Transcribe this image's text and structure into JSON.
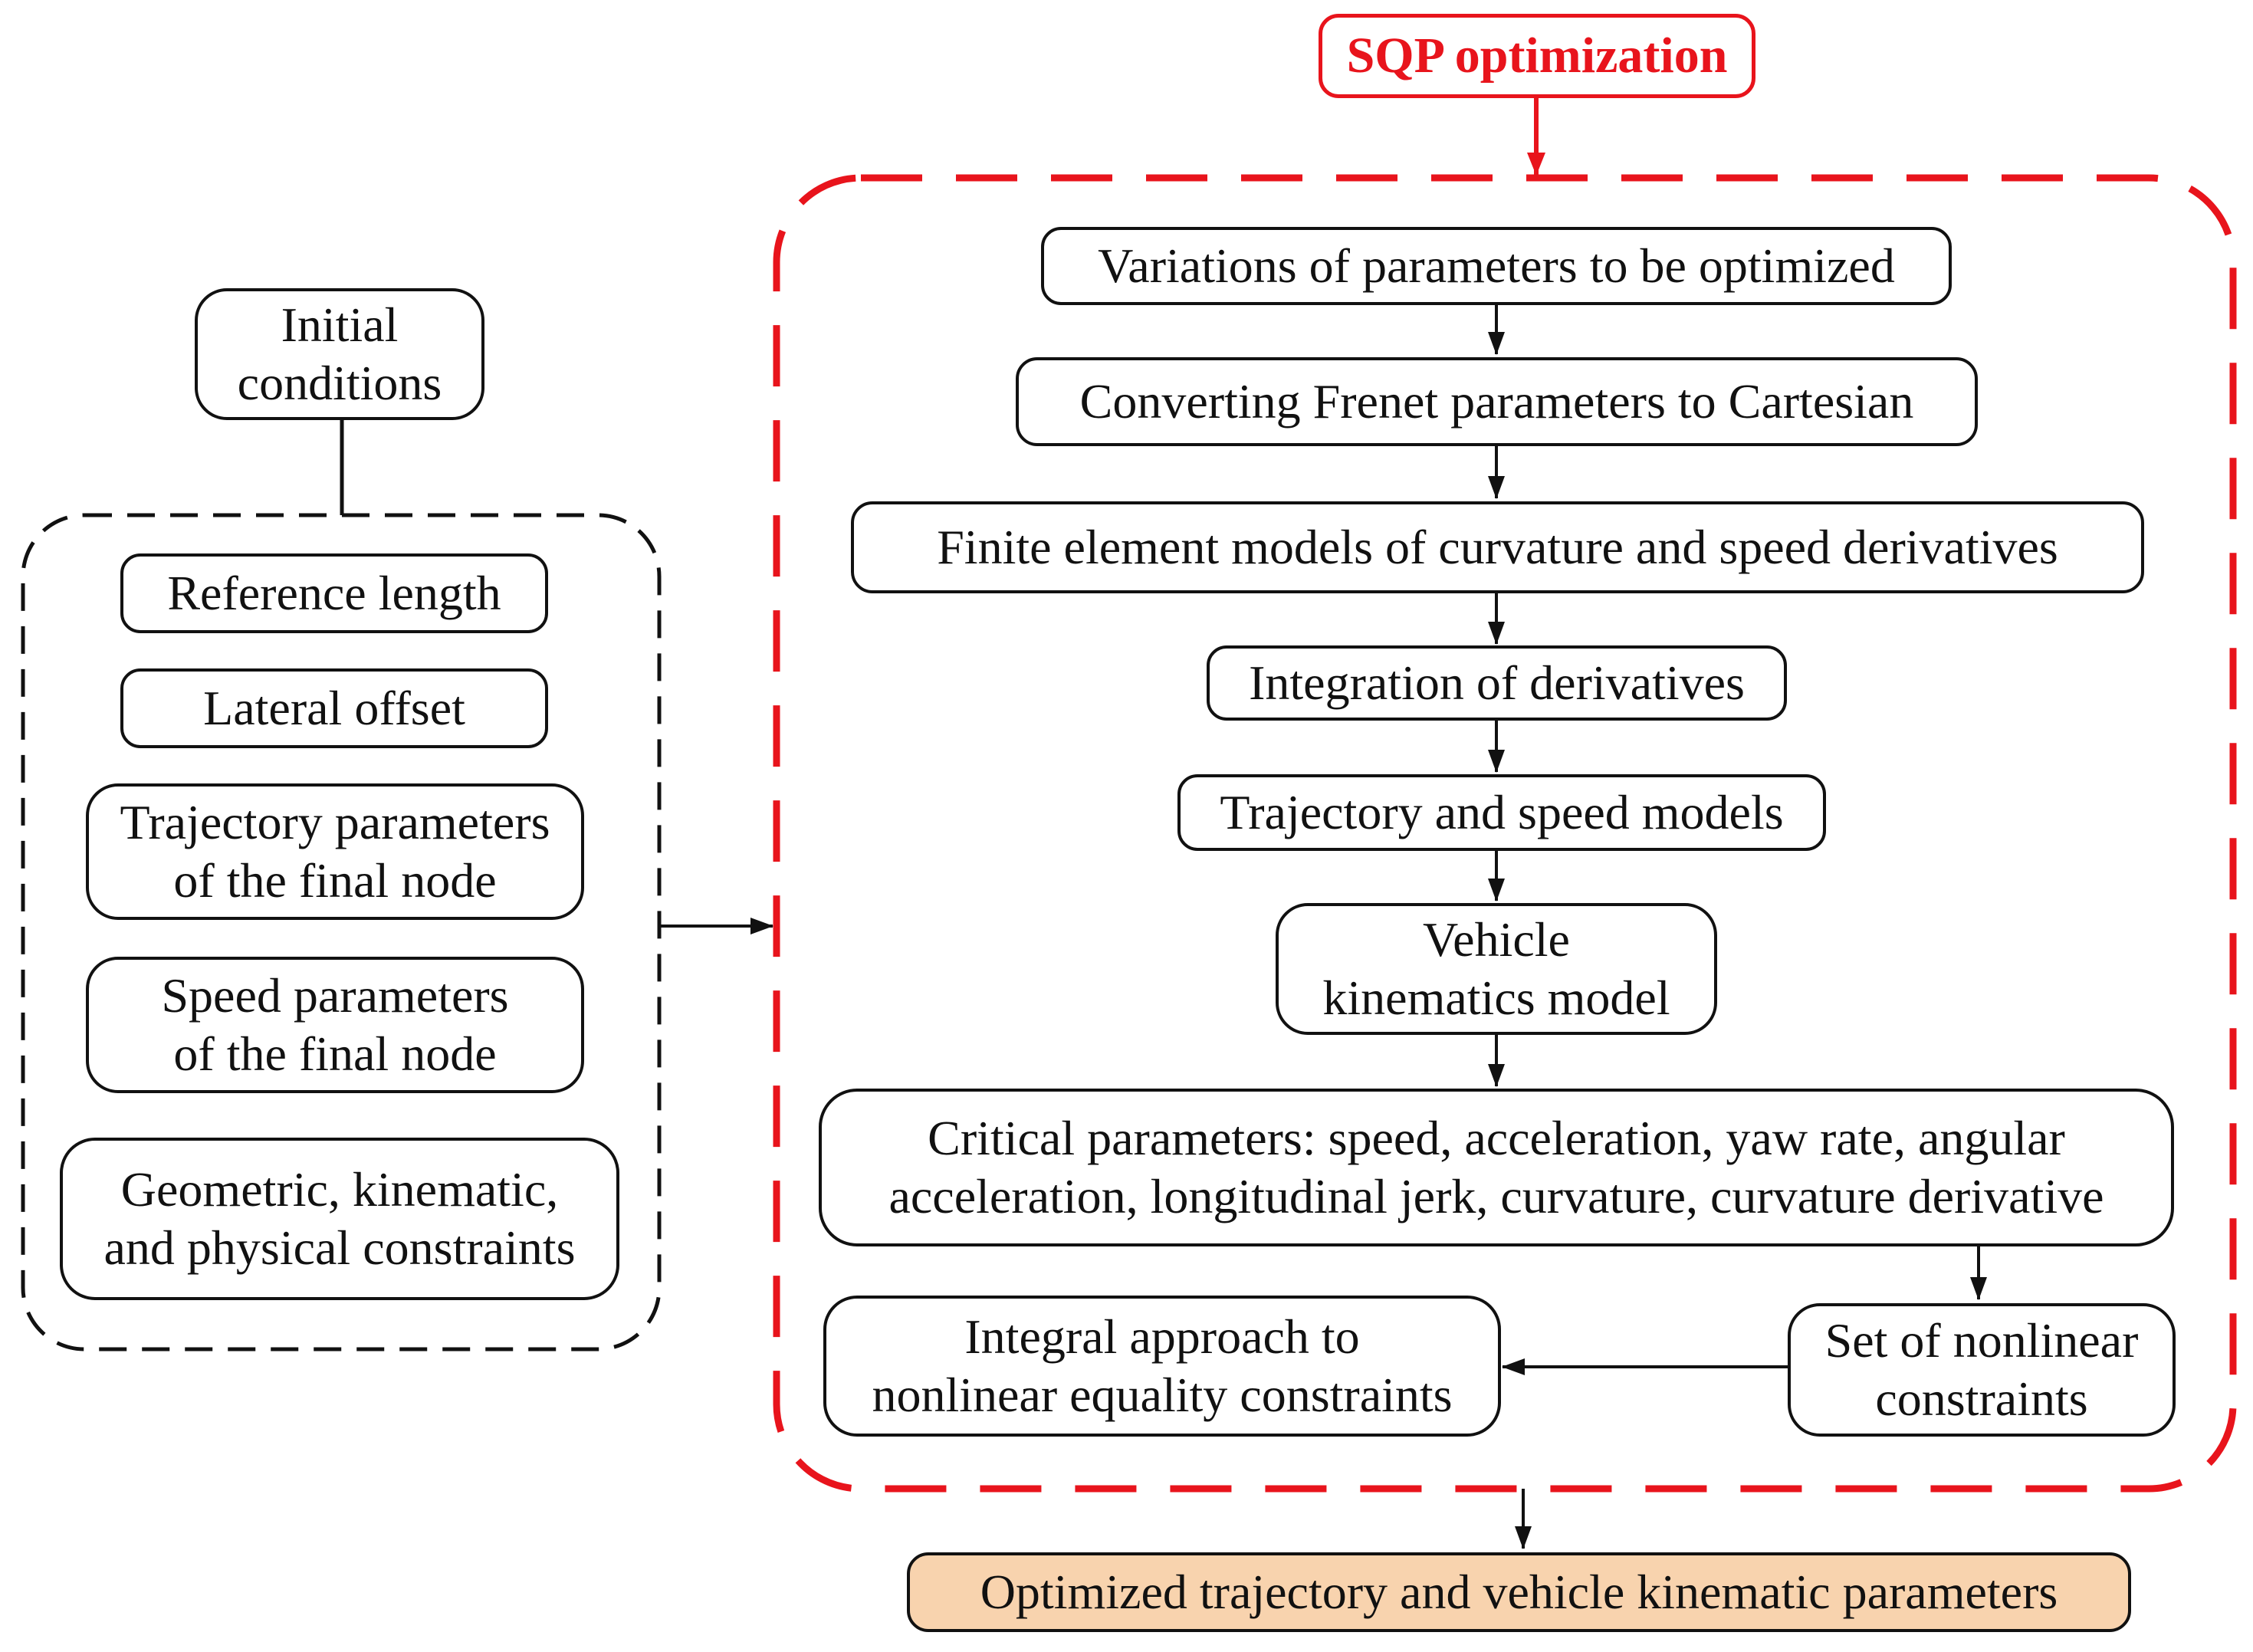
{
  "title_box": "SQP optimization",
  "left_panel": {
    "initial": "Initial\nconditions",
    "items": [
      "Reference length",
      "Lateral offset",
      "Trajectory parameters\nof the final node",
      "Speed parameters\nof the final node",
      "Geometric, kinematic,\nand physical constraints"
    ]
  },
  "flow": {
    "steps": [
      "Variations of parameters to be optimized",
      "Converting Frenet parameters to Cartesian",
      "Finite element models of curvature and speed derivatives",
      "Integration of derivatives",
      "Trajectory and speed models",
      "Vehicle\nkinematics model",
      "Critical parameters: speed, acceleration, yaw rate, angular\nacceleration, longitudinal jerk, curvature, curvature derivative"
    ],
    "nonlinear_set": "Set of nonlinear\nconstraints",
    "integral_approach": "Integral approach to\nnonlinear equality constraints"
  },
  "output": "Optimized trajectory and vehicle kinematic parameters",
  "colors": {
    "accent_red": "#e8141c",
    "output_fill": "#f8d3ae",
    "stroke": "#111111"
  }
}
